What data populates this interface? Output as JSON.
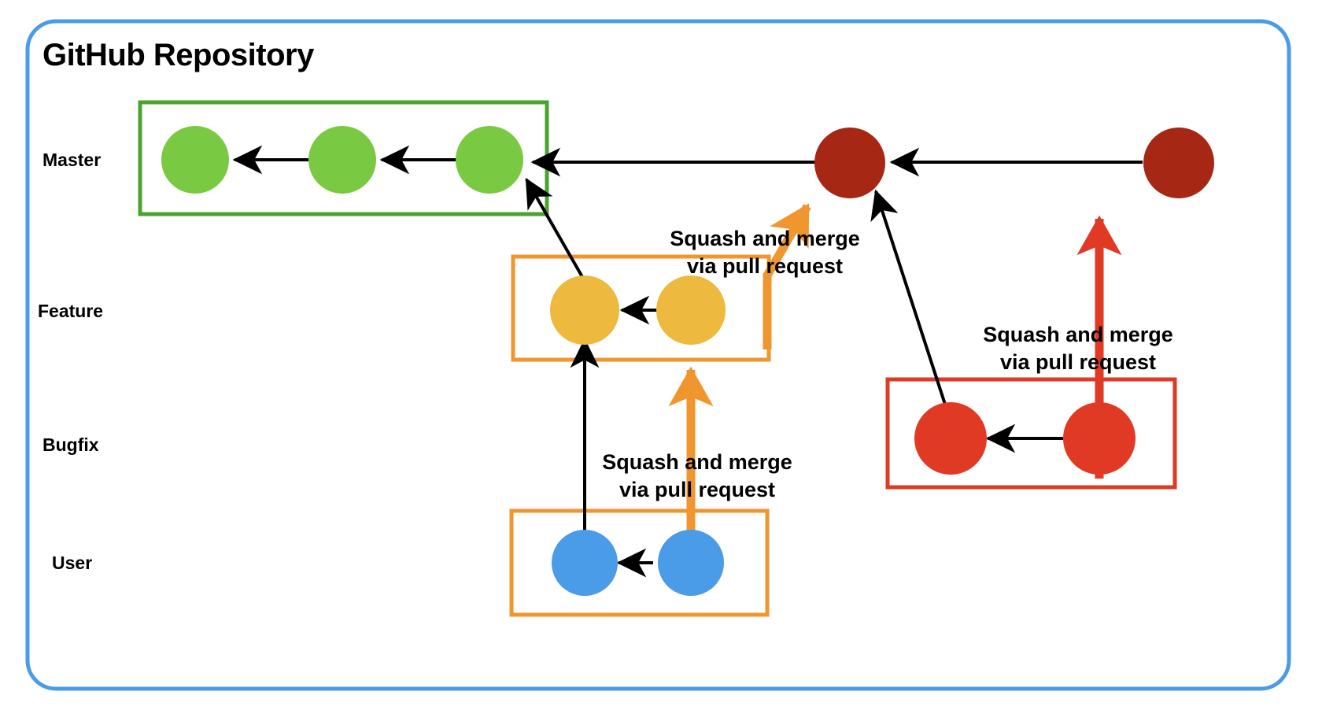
{
  "diagram": {
    "title": "GitHub Repository",
    "frame_color": "#4a9be8",
    "lanes": [
      {
        "key": "master",
        "label": "Master",
        "color": "#7ac943",
        "box_color": "#4ba32f"
      },
      {
        "key": "feature",
        "label": "Feature",
        "color": "#edb93f",
        "box_color": "#f0962e"
      },
      {
        "key": "bugfix",
        "label": "Bugfix",
        "color": "#e03a24",
        "box_color": "#e03a24"
      },
      {
        "key": "user",
        "label": "User",
        "color": "#4a9be8",
        "box_color": "#f0962e"
      }
    ],
    "master_late_commit_color": "#a52714",
    "merge_labels": [
      {
        "key": "feature-to-master",
        "text": "Squash and merge\nvia pull request",
        "arrow_color": "#f0962e"
      },
      {
        "key": "bugfix-to-master",
        "text": "Squash and merge\nvia pull request",
        "arrow_color": "#e03a24"
      },
      {
        "key": "user-to-feature",
        "text": "Squash and merge\nvia pull request",
        "arrow_color": "#f0962e"
      }
    ],
    "commits": {
      "master_green": 3,
      "master_dark": 2,
      "feature": 2,
      "bugfix": 2,
      "user": 2
    }
  }
}
